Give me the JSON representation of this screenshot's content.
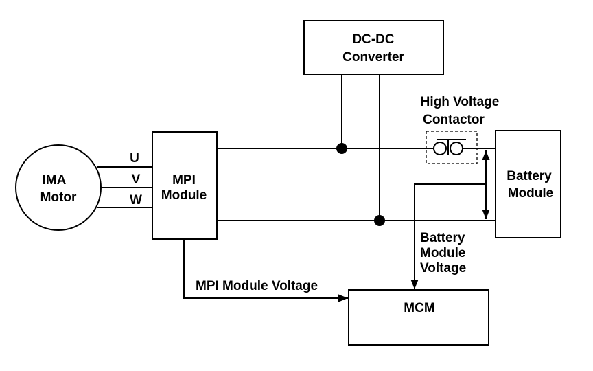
{
  "diagram": {
    "nodes": {
      "motor": {
        "line1": "IMA",
        "line2": "Motor"
      },
      "mpi": {
        "line1": "MPI",
        "line2": "Module"
      },
      "dcdc": {
        "line1": "DC-DC",
        "line2": "Converter"
      },
      "battery": {
        "line1": "Battery",
        "line2": "Module"
      },
      "mcm": {
        "label": "MCM"
      },
      "contactor": {
        "line1": "High Voltage",
        "line2": "Contactor"
      }
    },
    "phases": [
      "U",
      "V",
      "W"
    ],
    "signals": {
      "mpi_voltage": "MPI Module Voltage",
      "battery_voltage": {
        "line1": "Battery",
        "line2": "Module",
        "line3": "Voltage"
      }
    }
  }
}
